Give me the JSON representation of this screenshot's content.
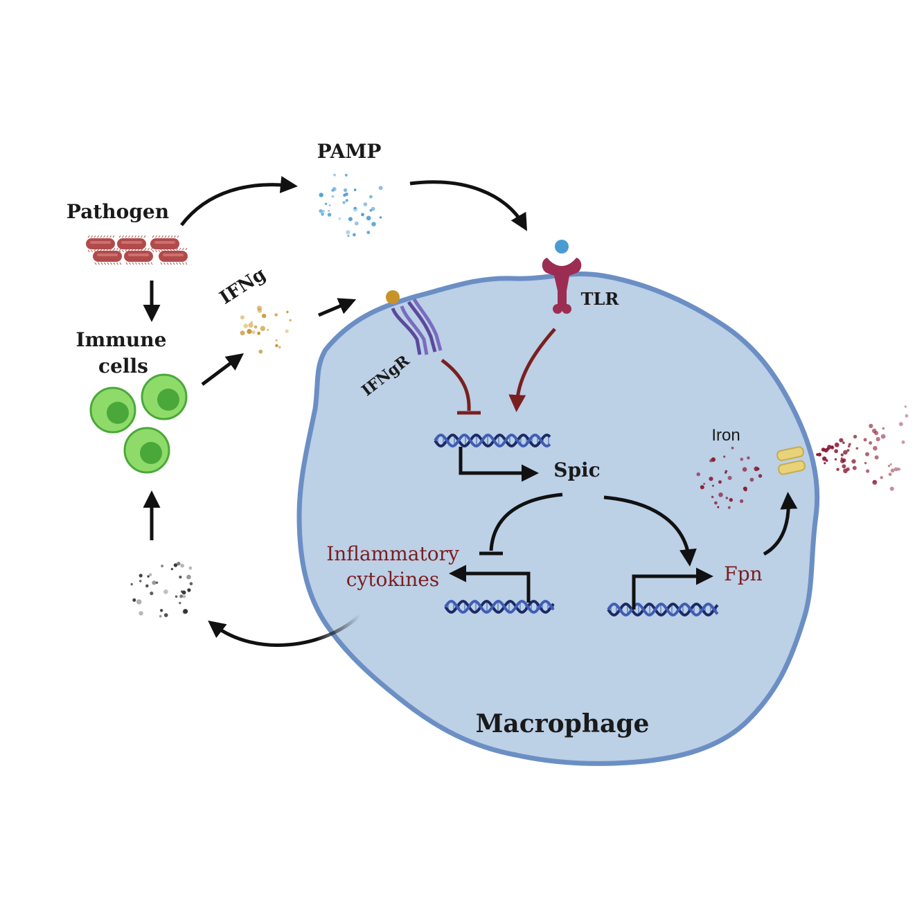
{
  "labels": {
    "pamp": "PAMP",
    "pathogen": "Pathogen",
    "ifng": "IFNg",
    "immune_line1": "Immune",
    "immune_line2": "cells",
    "ifngr": "IFNgR",
    "tlr": "TLR",
    "spic": "Spic",
    "iron": "Iron",
    "inflammatory_line1": "Inflammatory",
    "inflammatory_line2": "cytokines",
    "fpn": "Fpn",
    "macrophage": "Macrophage"
  },
  "colors": {
    "cell_fill": "#bcd0e6",
    "cell_stroke": "#6b8fc4",
    "arrow_black": "#111111",
    "arrow_red": "#7a1f1f",
    "label_red": "#7a1f1f",
    "pamp_dots": "#4a9bd1",
    "ifng_dots": "#c8922a",
    "iron_dots": "#8a1c34",
    "cytokine_dots": "#333333",
    "immune_cell_outer": "#8fdb6a",
    "immune_cell_inner": "#4aa83a",
    "pathogen": "#b14b4b",
    "receptor_tlr": "#9c2d52",
    "receptor_ifngr": "#5b4a9c",
    "dna_dark": "#1b2a63",
    "dna_light": "#3f5db5",
    "ferroportin": "#e8d27a"
  },
  "icons": [
    "pathogen-icon",
    "pamp-particles-icon",
    "ifng-particles-icon",
    "immune-cell-icon",
    "cytokine-particles-icon",
    "tlr-receptor-icon",
    "ifngr-receptor-icon",
    "dna-icon",
    "iron-particles-icon",
    "ferroportin-channel-icon"
  ]
}
